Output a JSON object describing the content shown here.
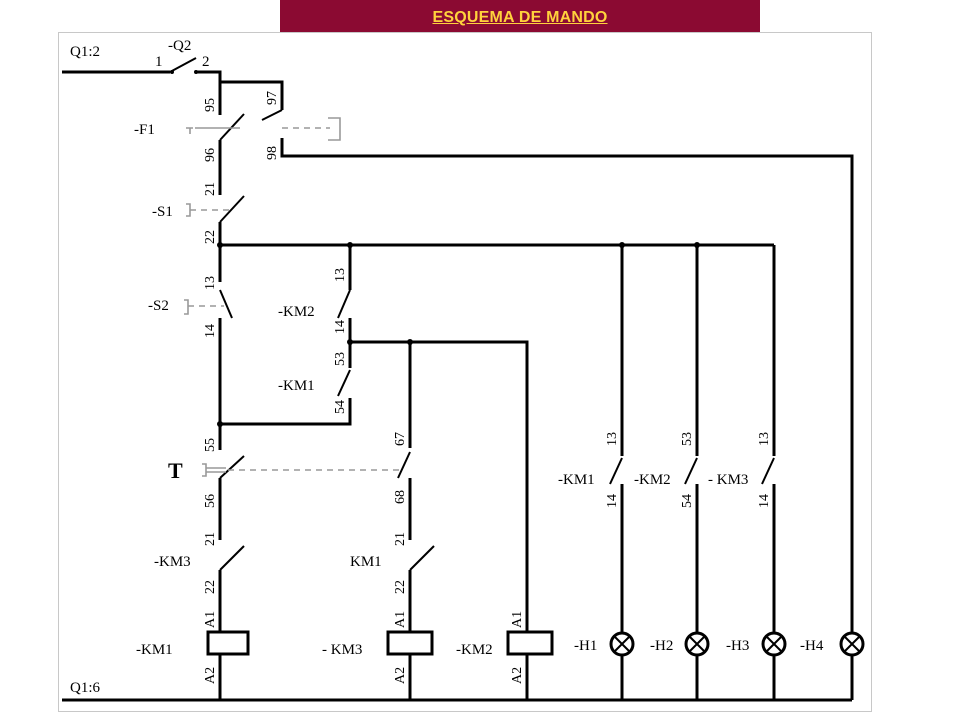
{
  "title": "ESQUEMA DE MANDO",
  "rails": {
    "top": "Q1:2",
    "bottom": "Q1:6"
  },
  "components": {
    "q2": {
      "name": "-Q2",
      "t1": "1",
      "t2": "2"
    },
    "f1": {
      "name": "-F1",
      "t95": "95",
      "t96": "96",
      "t97": "97",
      "t98": "98"
    },
    "s1": {
      "name": "-S1",
      "t21": "21",
      "t22": "22"
    },
    "s2": {
      "name": "-S2",
      "t13": "13",
      "t14": "14"
    },
    "km2_hold": {
      "name": "-KM2",
      "t13": "13",
      "t14": "14"
    },
    "km1_aux": {
      "name": "-KM1",
      "t53": "53",
      "t54": "54"
    },
    "timer": {
      "name": "T",
      "t55": "55",
      "t56": "56",
      "t67": "67",
      "t68": "68"
    },
    "km3_int": {
      "name": "-KM3",
      "t21": "21",
      "t22": "22"
    },
    "km1_int": {
      "name": "KM1",
      "t21": "21",
      "t22": "22"
    },
    "coils": [
      {
        "name": "-KM1",
        "a1": "A1",
        "a2": "A2"
      },
      {
        "name": "- KM3",
        "a1": "A1",
        "a2": "A2"
      },
      {
        "name": "-KM2",
        "a1": "A1",
        "a2": "A2"
      }
    ],
    "sig_contacts": [
      {
        "name": "-KM1",
        "top": "13",
        "bot": "14"
      },
      {
        "name": "-KM2",
        "top": "53",
        "bot": "54"
      },
      {
        "name": "- KM3",
        "top": "13",
        "bot": "14"
      }
    ],
    "lamps": [
      "-H1",
      "-H2",
      "-H3",
      "-H4"
    ]
  }
}
